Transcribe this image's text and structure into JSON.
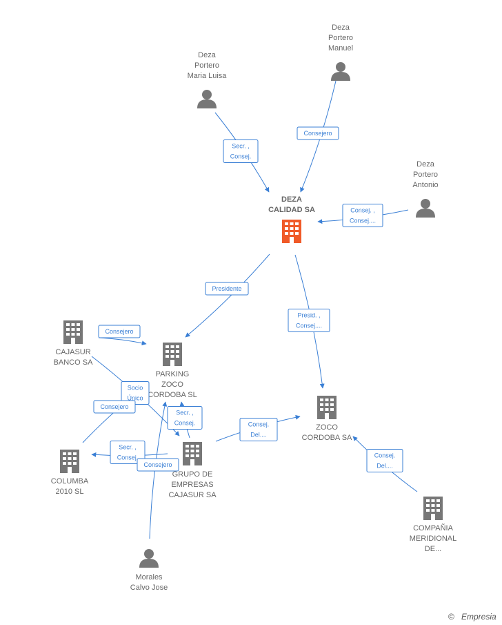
{
  "nodes": [
    {
      "id": "deza-calidad",
      "type": "company",
      "focus": true,
      "color": "#f05a28",
      "label": [
        "DEZA",
        "CALIDAD SA"
      ]
    },
    {
      "id": "maria-luisa",
      "type": "person",
      "label": [
        "Deza",
        "Portero",
        "Maria Luisa"
      ]
    },
    {
      "id": "manuel",
      "type": "person",
      "label": [
        "Deza",
        "Portero",
        "Manuel"
      ]
    },
    {
      "id": "antonio",
      "type": "person",
      "label": [
        "Deza",
        "Portero",
        "Antonio"
      ]
    },
    {
      "id": "cajasur-banco",
      "type": "company",
      "label": [
        "CAJASUR",
        "BANCO SA"
      ]
    },
    {
      "id": "parking-zoco",
      "type": "company",
      "label": [
        "PARKING",
        "ZOCO",
        "CORDOBA SL"
      ]
    },
    {
      "id": "zoco-cordoba",
      "type": "company",
      "label": [
        "ZOCO",
        "CORDOBA SA"
      ]
    },
    {
      "id": "columba",
      "type": "company",
      "label": [
        "COLUMBA",
        "2010  SL"
      ]
    },
    {
      "id": "grupo-cajasur",
      "type": "company",
      "label": [
        "GRUPO DE",
        "EMPRESAS",
        "CAJASUR SA"
      ]
    },
    {
      "id": "compania-meridional",
      "type": "company",
      "label": [
        "COMPAÑIA",
        "MERIDIONAL",
        "DE..."
      ]
    },
    {
      "id": "morales",
      "type": "person",
      "label": [
        "Morales",
        "Calvo Jose"
      ]
    }
  ],
  "edges": [
    {
      "from": "maria-luisa",
      "to": "deza-calidad",
      "label": [
        "Secr. ,",
        "Consej."
      ]
    },
    {
      "from": "manuel",
      "to": "deza-calidad",
      "label": [
        "Consejero"
      ]
    },
    {
      "from": "antonio",
      "to": "deza-calidad",
      "label": [
        "Consej. ,",
        "Consej...."
      ]
    },
    {
      "from": "deza-calidad",
      "to": "parking-zoco",
      "label": [
        "Presidente"
      ]
    },
    {
      "from": "deza-calidad",
      "to": "zoco-cordoba",
      "label": [
        "Presid. ,",
        "Consej...."
      ]
    },
    {
      "from": "cajasur-banco",
      "to": "parking-zoco",
      "label": [
        "Consejero"
      ]
    },
    {
      "from": "cajasur-banco",
      "to": "parking-zoco",
      "label": [
        "Socio",
        "Único"
      ]
    },
    {
      "from": "columba",
      "to": "parking-zoco",
      "label": [
        "Consejero"
      ]
    },
    {
      "from": "grupo-cajasur",
      "to": "parking-zoco",
      "label": [
        "Secr. ,",
        "Consej."
      ]
    },
    {
      "from": "grupo-cajasur",
      "to": "columba",
      "label": [
        "Secr. ,",
        "Consej."
      ]
    },
    {
      "from": "grupo-cajasur",
      "to": "zoco-cordoba",
      "label": [
        "Consej.",
        "Del...."
      ]
    },
    {
      "from": "compania-meridional",
      "to": "zoco-cordoba",
      "label": [
        "Consej.",
        "Del...."
      ]
    },
    {
      "from": "morales",
      "to": "parking-zoco",
      "label": [
        "Consejero"
      ]
    }
  ],
  "brand": {
    "copyright_symbol": "©",
    "name": "Empresia"
  },
  "colors": {
    "edge": "#3a7fd5",
    "node": "#777777",
    "focus": "#f05a28"
  }
}
